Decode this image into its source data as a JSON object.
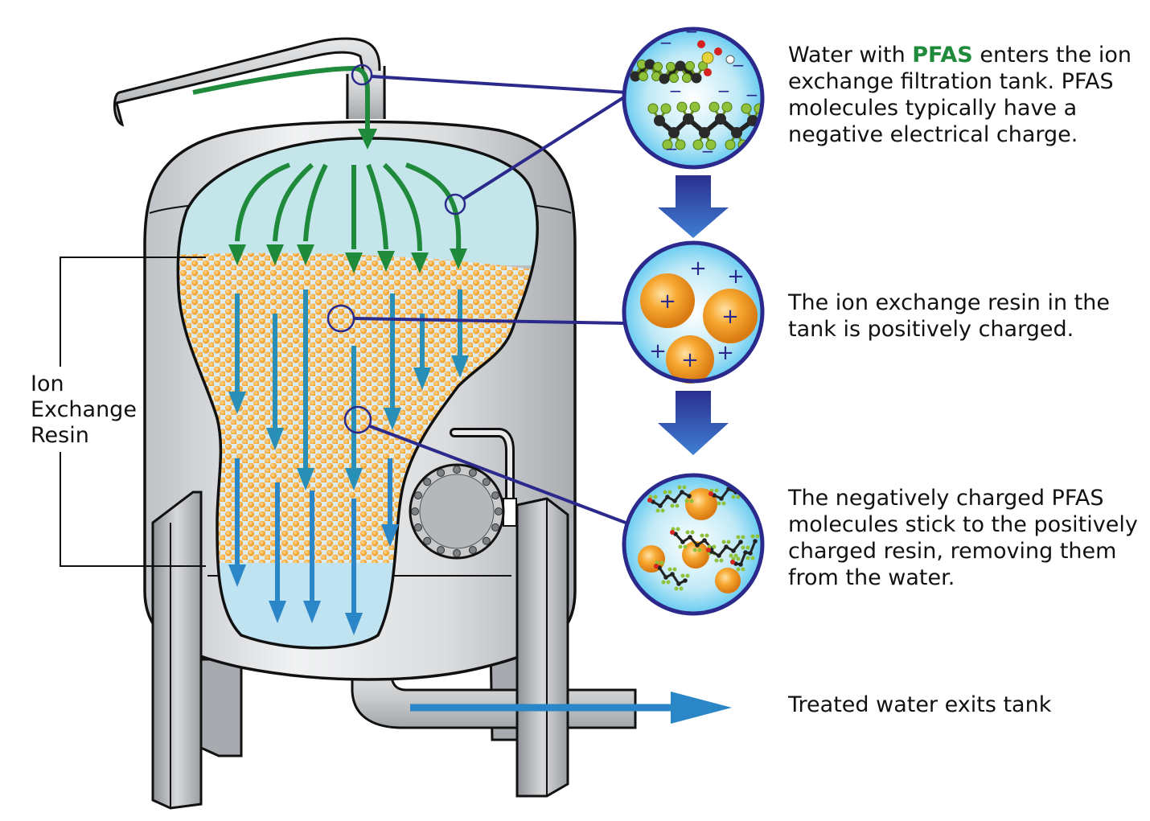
{
  "captions": {
    "step1_prefix": "Water with ",
    "step1_highlight": "PFAS",
    "step1_suffix": " enters the ion exchange filtration tank. PFAS molecules typically have a negative electrical charge.",
    "step2": "The ion exchange resin in the tank is positively charged.",
    "step3": "The negatively charged PFAS molecules stick to the positively charged resin, removing them from the water.",
    "step4": "Treated water exits tank"
  },
  "resin_label": {
    "line1": "Ion",
    "line2": "Exchange",
    "line3": "Resin"
  },
  "symbols": {
    "positive": "+",
    "negative": "−"
  },
  "colors": {
    "pfas_green": "#1f8a3b",
    "resin_orange": "#f39c1f",
    "water_light": "#bfe3ea",
    "water_blue": "#5bc8ef",
    "arrow_navy": "#2b2a8c",
    "treated_blue": "#2a86c6"
  }
}
